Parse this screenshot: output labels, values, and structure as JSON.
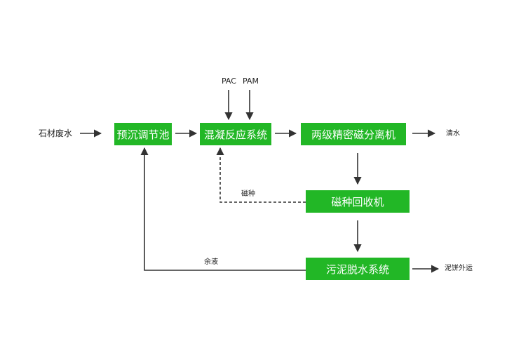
{
  "nodes": {
    "presettle": "预沉调节池",
    "coag": "混凝反应系统",
    "magsep": "两级精密磁分离机",
    "magrec": "磁种回收机",
    "sludge": "污泥脱水系统"
  },
  "labels": {
    "input": "石材废水",
    "pac": "PAC",
    "pam": "PAM",
    "clean": "清水",
    "magseed": "磁种",
    "residual": "余液",
    "cake": "泥饼外运"
  },
  "colors": {
    "box": "#22b726",
    "box_text": "#ffffff",
    "line": "#333333",
    "label": "#222222"
  }
}
